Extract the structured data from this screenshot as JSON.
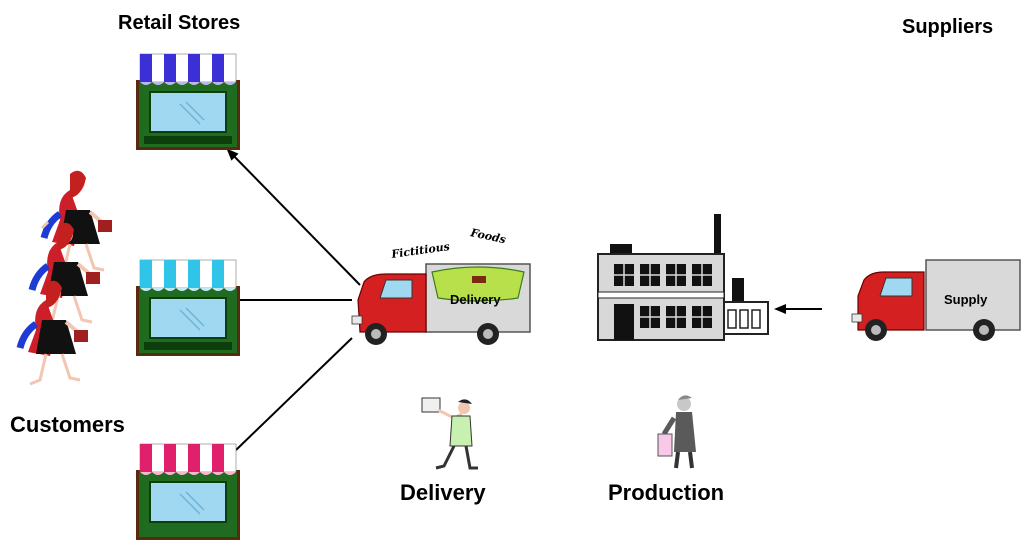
{
  "labels": {
    "retail_stores": "Retail Stores",
    "suppliers": "Suppliers",
    "customers": "Customers",
    "delivery": "Delivery",
    "production": "Production"
  },
  "delivery_truck": {
    "brand_word_1": "Fictitious",
    "brand_word_2": "Foods",
    "side_text": "Delivery"
  },
  "supply_truck": {
    "side_text": "Supply"
  },
  "stores": [
    {
      "name": "store-top",
      "awning_color": "#3b2fd6"
    },
    {
      "name": "store-middle",
      "awning_color": "#2fc4e8"
    },
    {
      "name": "store-bottom",
      "awning_color": "#e0206a"
    }
  ],
  "colors": {
    "store_frame": "#1f6b1f",
    "store_window": "#9fd8f0",
    "truck_cab": "#d42020",
    "truck_box": "#d9d9d9",
    "factory_wall": "#d8d8d8"
  }
}
